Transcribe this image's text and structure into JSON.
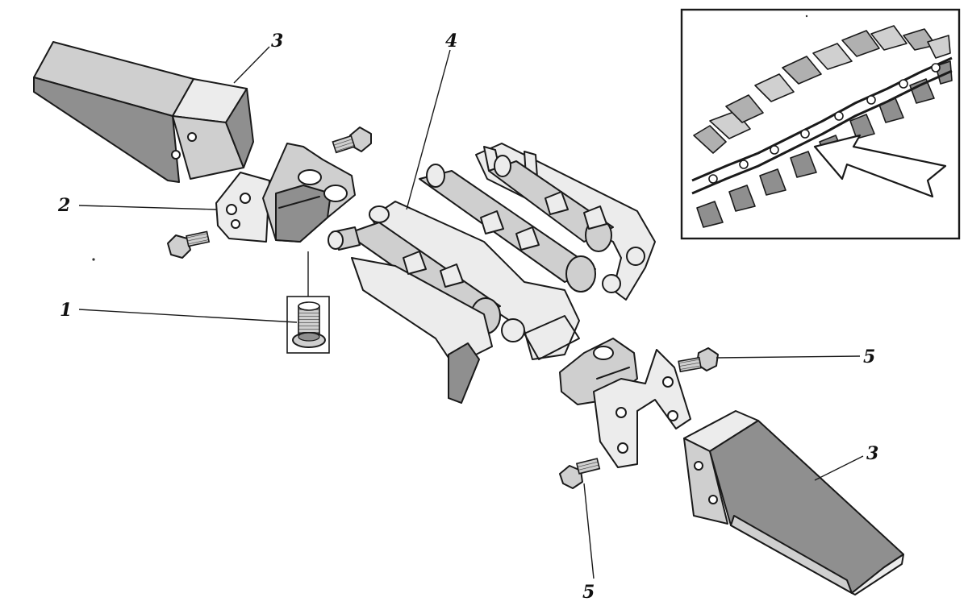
{
  "callouts": {
    "one": "1",
    "two": "2",
    "three_top": "3",
    "three_bottom": "3",
    "four": "4",
    "five_right": "5",
    "five_bottom": "5"
  },
  "icons": {
    "tooth": "tooth-icon",
    "bolt": "bolt-icon",
    "bushing": "threaded-bushing-icon",
    "adapter": "adapter-bracket-icon",
    "chain": "chain-link-icon",
    "arrow": "arrow-icon"
  },
  "colors": {
    "ink": "#1a1a1a",
    "paper": "#ffffff",
    "shade_light": "#ececec",
    "shade_mid": "#cfcfcf",
    "shade_dark": "#8f8f8f"
  }
}
